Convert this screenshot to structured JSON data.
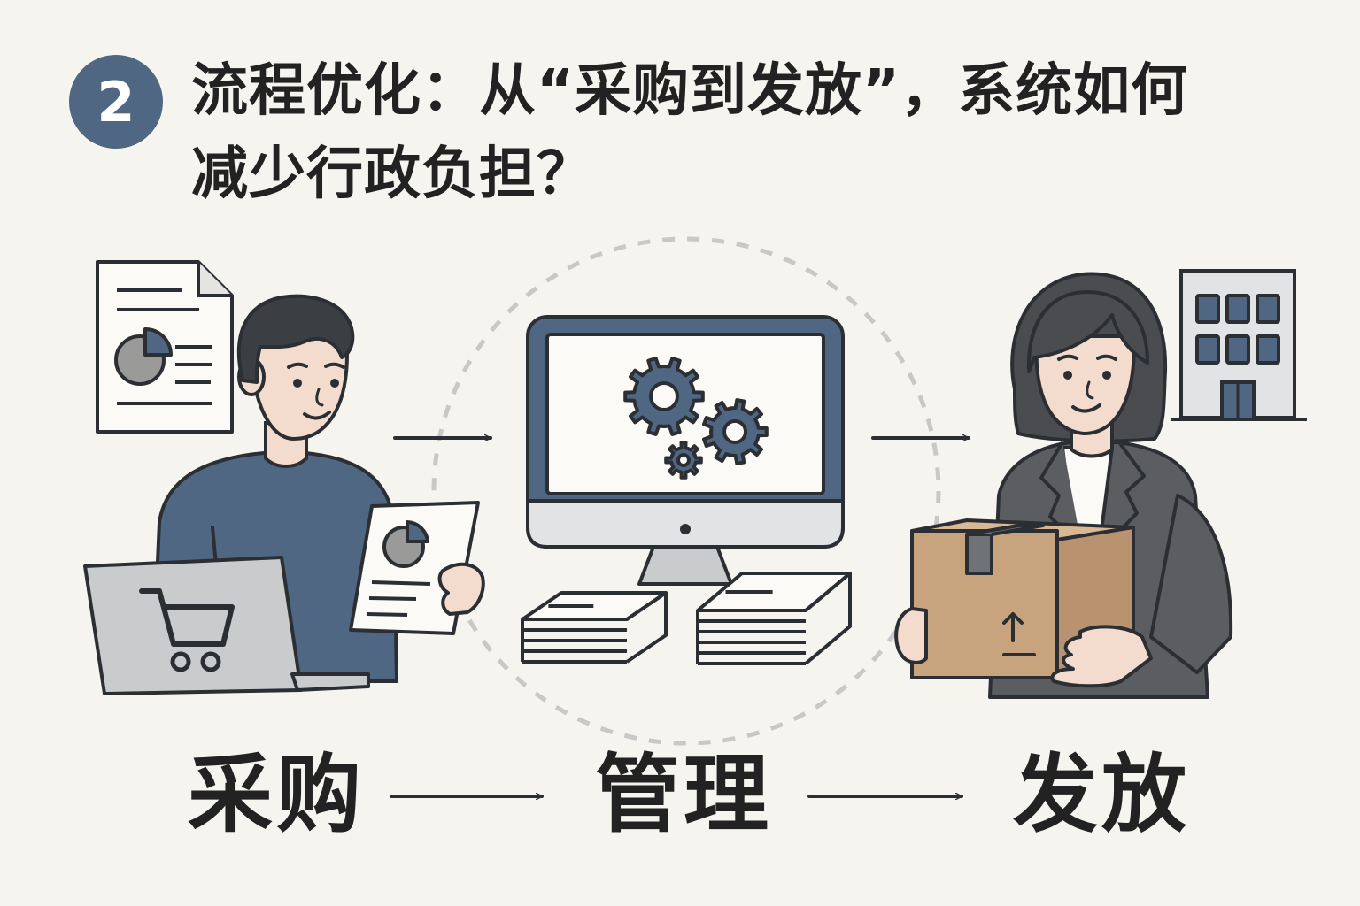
{
  "step": {
    "number": "2"
  },
  "title": {
    "line1": "流程优化：从“采购到发放”，系统如何",
    "line2": "减少行政负担？"
  },
  "stages": [
    {
      "label": "采购"
    },
    {
      "label": "管理"
    },
    {
      "label": "发放"
    }
  ],
  "colors": {
    "background": "#f6f4ef",
    "accent_blue": "#4f6783",
    "outline": "#2b2f33",
    "skin": "#f3dccd",
    "box": "#c8a47e",
    "jacket": "#5b5d60",
    "laptop": "#c9cbcd"
  },
  "icons": [
    "report-document-icon",
    "shopping-cart-icon",
    "gears-icon",
    "paper-stack-icon",
    "cardboard-box-icon",
    "office-building-icon"
  ]
}
